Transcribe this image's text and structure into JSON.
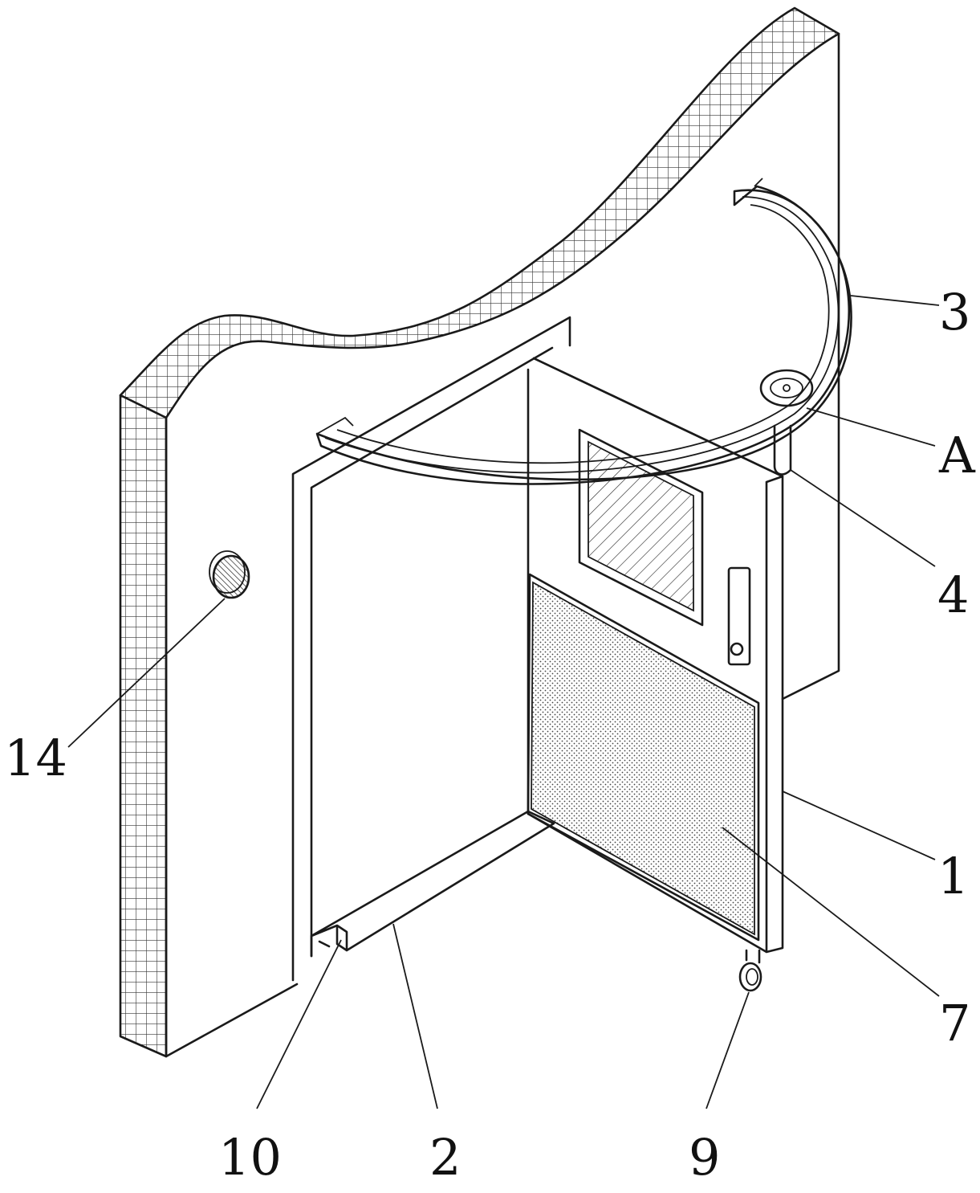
{
  "labels": {
    "l3": "3",
    "lA": "A",
    "l4": "4",
    "l14": "14",
    "l1": "1",
    "l7": "7",
    "l10": "10",
    "l2": "2",
    "l9": "9"
  }
}
